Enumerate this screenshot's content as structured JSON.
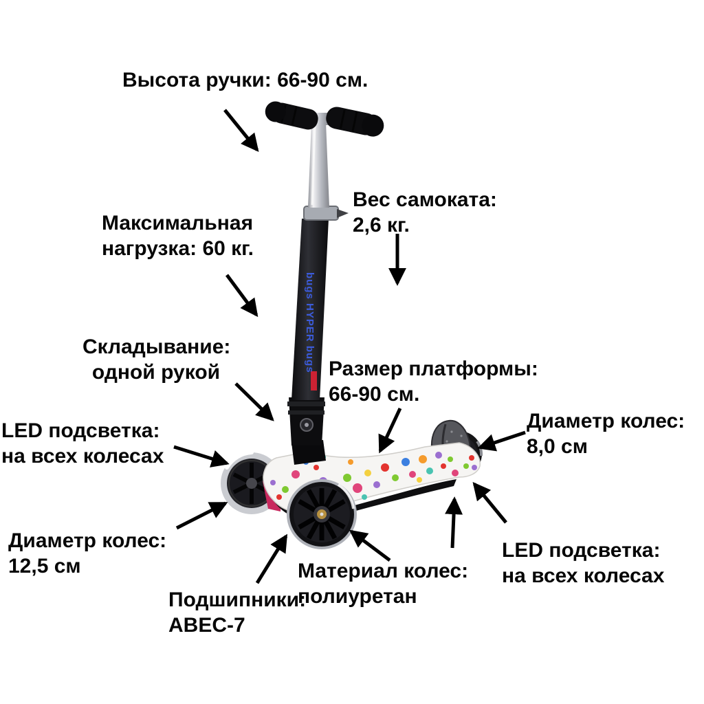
{
  "title": "Kick scooter features infographic",
  "labels": {
    "handle_height": {
      "text": "Высота ручки: 66-90 см."
    },
    "max_load": {
      "line1": "Максимальная",
      "line2": "нагрузка: 60 кг."
    },
    "weight": {
      "line1": "Вес самоката:",
      "line2": "2,6 кг."
    },
    "folding": {
      "line1": "Складывание:",
      "line2": "одной рукой"
    },
    "led_left": {
      "line1": "LED подсветка:",
      "line2": "на всех колесах"
    },
    "wheel_diameter_front": {
      "line1": "Диаметр колес:",
      "line2": "12,5 см"
    },
    "bearings": {
      "line1": "Подшипники:",
      "line2": "ABEC-7"
    },
    "platform_size": {
      "line1": "Размер платформы:",
      "line2": "66-90 см."
    },
    "wheel_diameter_rear": {
      "line1": "Диаметр колес:",
      "line2": "8,0 см"
    },
    "wheel_material": {
      "line1": "Материал колес:",
      "line2": "полиуретан"
    },
    "led_right": {
      "line1": "LED подсветка:",
      "line2": "на всех колесах"
    }
  },
  "scooter": {
    "brand_text": "bugs HYPER bugs",
    "colors": {
      "background": "#ffffff",
      "text": "#070707",
      "arrow": "#000000",
      "stem": "#141417",
      "chrome": "#c3c6cc",
      "deck": "#f6f5f3",
      "fender": "#56575c",
      "accent_red": "#c8295e",
      "brand_blue": "#3b5bdb",
      "brand_green": "#2f9e44",
      "brand_lime": "#74b816"
    }
  }
}
